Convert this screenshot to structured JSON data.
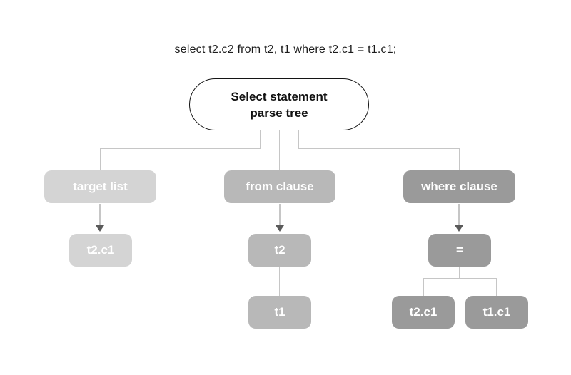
{
  "colors": {
    "background": "#ffffff",
    "light_fill": "#d4d4d4",
    "medium_fill": "#b8b8b8",
    "dark_fill": "#9a9a9a",
    "line": "#c6c6c6",
    "arrowhead": "#5a5a5a",
    "root_border": "#141414",
    "root_text": "#111111",
    "node_text": "#ffffff",
    "query_text": "#1c1c1c"
  },
  "query": "select t2.c2 from t2, t1 where t2.c1 = t1.c1;",
  "root": {
    "line1": "Select statement",
    "line2": "parse tree"
  },
  "nodes": {
    "target_list": {
      "label": "target list"
    },
    "from_clause": {
      "label": "from clause"
    },
    "where_clause": {
      "label": "where clause"
    },
    "t2c1_left": {
      "label": "t2.c1"
    },
    "t2": {
      "label": "t2"
    },
    "t1": {
      "label": "t1"
    },
    "eq": {
      "label": "="
    },
    "t2c1_right": {
      "label": "t2.c1"
    },
    "t1c1": {
      "label": "t1.c1"
    }
  },
  "edges": [
    {
      "from": "root",
      "to": "target_list",
      "arrow": false
    },
    {
      "from": "root",
      "to": "from_clause",
      "arrow": false
    },
    {
      "from": "root",
      "to": "where_clause",
      "arrow": false
    },
    {
      "from": "target_list",
      "to": "t2c1_left",
      "arrow": true
    },
    {
      "from": "from_clause",
      "to": "t2",
      "arrow": true
    },
    {
      "from": "t2",
      "to": "t1",
      "arrow": false
    },
    {
      "from": "where_clause",
      "to": "eq",
      "arrow": true
    },
    {
      "from": "eq",
      "to": "t2c1_right",
      "arrow": false
    },
    {
      "from": "eq",
      "to": "t1c1",
      "arrow": false
    }
  ]
}
